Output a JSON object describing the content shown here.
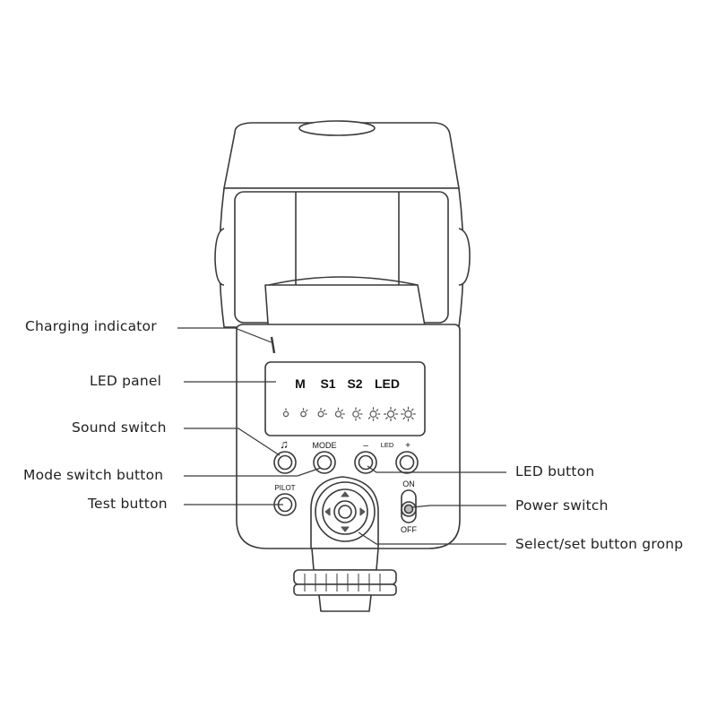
{
  "labels": {
    "charging_indicator": "Charging indicator",
    "led_panel": "LED panel",
    "sound_switch": "Sound switch",
    "mode_switch_button": "Mode switch button",
    "test_button": "Test button",
    "led_button": "LED button",
    "power_switch": "Power switch",
    "select_set_button_group": "Select/set button gronp"
  },
  "panel": {
    "mode_m": "M",
    "mode_s1": "S1",
    "mode_s2": "S2",
    "mode_led": "LED",
    "level_count": 8
  },
  "buttons": {
    "sound_symbol": "♫",
    "mode": "MODE",
    "led_minus": "–",
    "led_caption": "LED",
    "led_plus": "+",
    "pilot": "PILOT",
    "on": "ON",
    "off": "OFF"
  },
  "colors": {
    "line": "#3a3a3a",
    "fill": "#ffffff"
  }
}
